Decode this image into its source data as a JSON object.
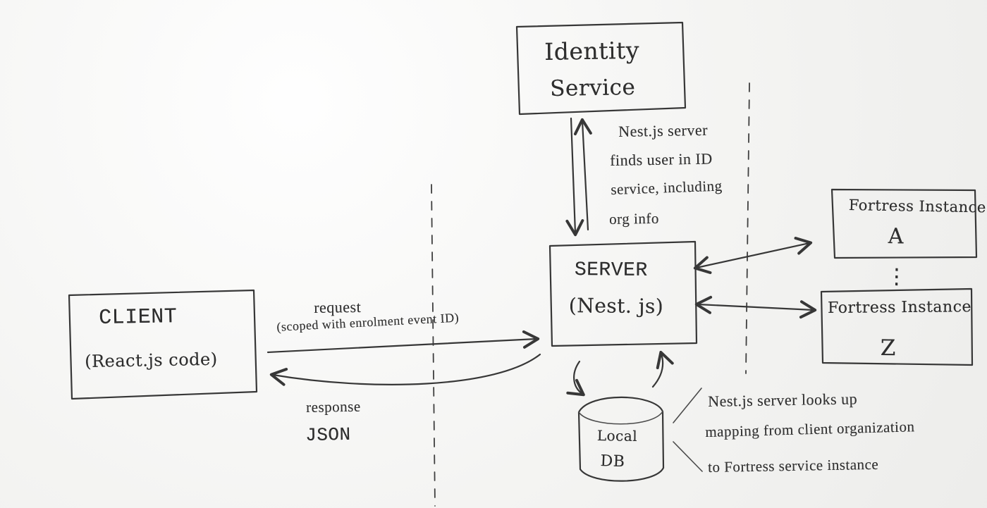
{
  "diagram": {
    "identity_service_line1": "Identity",
    "identity_service_line2": "Service",
    "server_line1": "SERVER",
    "server_line2": "(Nest. js)",
    "client_line1": "CLIENT",
    "client_line2": "(React.js code)",
    "db_line1": "Local",
    "db_line2": "DB",
    "fortress_a_line1": "Fortress Instance",
    "fortress_a_line2": "A",
    "fortress_z_line1": "Fortress Instance",
    "fortress_z_line2": "Z",
    "ellipsis": "⋮",
    "request_line1": "request",
    "request_line2": "(scoped with enrolment event ID)",
    "response_line1": "response",
    "response_line2": "JSON",
    "identity_note_line1": "Nest.js server",
    "identity_note_line2": "finds user in ID",
    "identity_note_line3": "service, including",
    "identity_note_line4": "org info",
    "db_note_line1": "Nest.js server looks up",
    "db_note_line2": "mapping from client organization",
    "db_note_line3": "to Fortress service instance"
  }
}
